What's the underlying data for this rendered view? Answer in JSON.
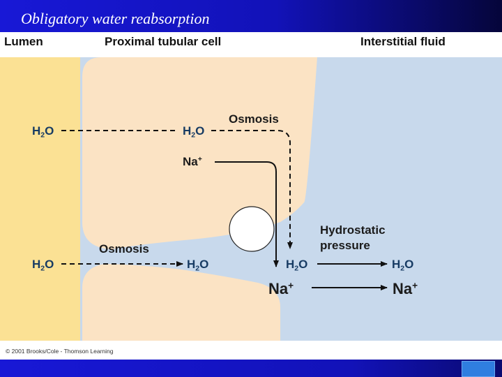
{
  "slide_title": "Obligatory water reabsorption",
  "region_labels": {
    "lumen": "Lumen",
    "cell": "Proximal tubular cell",
    "interstitial": "Interstitial fluid"
  },
  "labels": {
    "h2o_base": "H",
    "h2o_sub": "2",
    "h2o_tail": "O",
    "na_base": "Na",
    "plus": "+",
    "osmosis": "Osmosis",
    "hydrostatic_line1": "Hydrostatic",
    "hydrostatic_line2": "pressure"
  },
  "copyright": "© 2001 Brooks/Cole - Thomson Learning",
  "colors": {
    "lumen": "#fbe194",
    "cell": "#fbe3c4",
    "interstitial": "#c8d9ec",
    "label_text": "#173b63",
    "slide_blue": "#1818d6"
  }
}
